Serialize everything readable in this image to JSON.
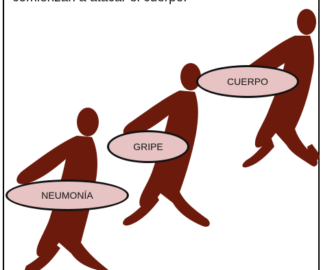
{
  "caption": "comienzan a atacar el cuerpo.",
  "labels": {
    "cuerpo": "CUERPO",
    "gripe": "GRIPE",
    "neumonia": "NEUMONÍA"
  },
  "colors": {
    "figure": "#6b1a0c",
    "oval_fill": "#e7c3c3",
    "oval_border": "#111111"
  }
}
